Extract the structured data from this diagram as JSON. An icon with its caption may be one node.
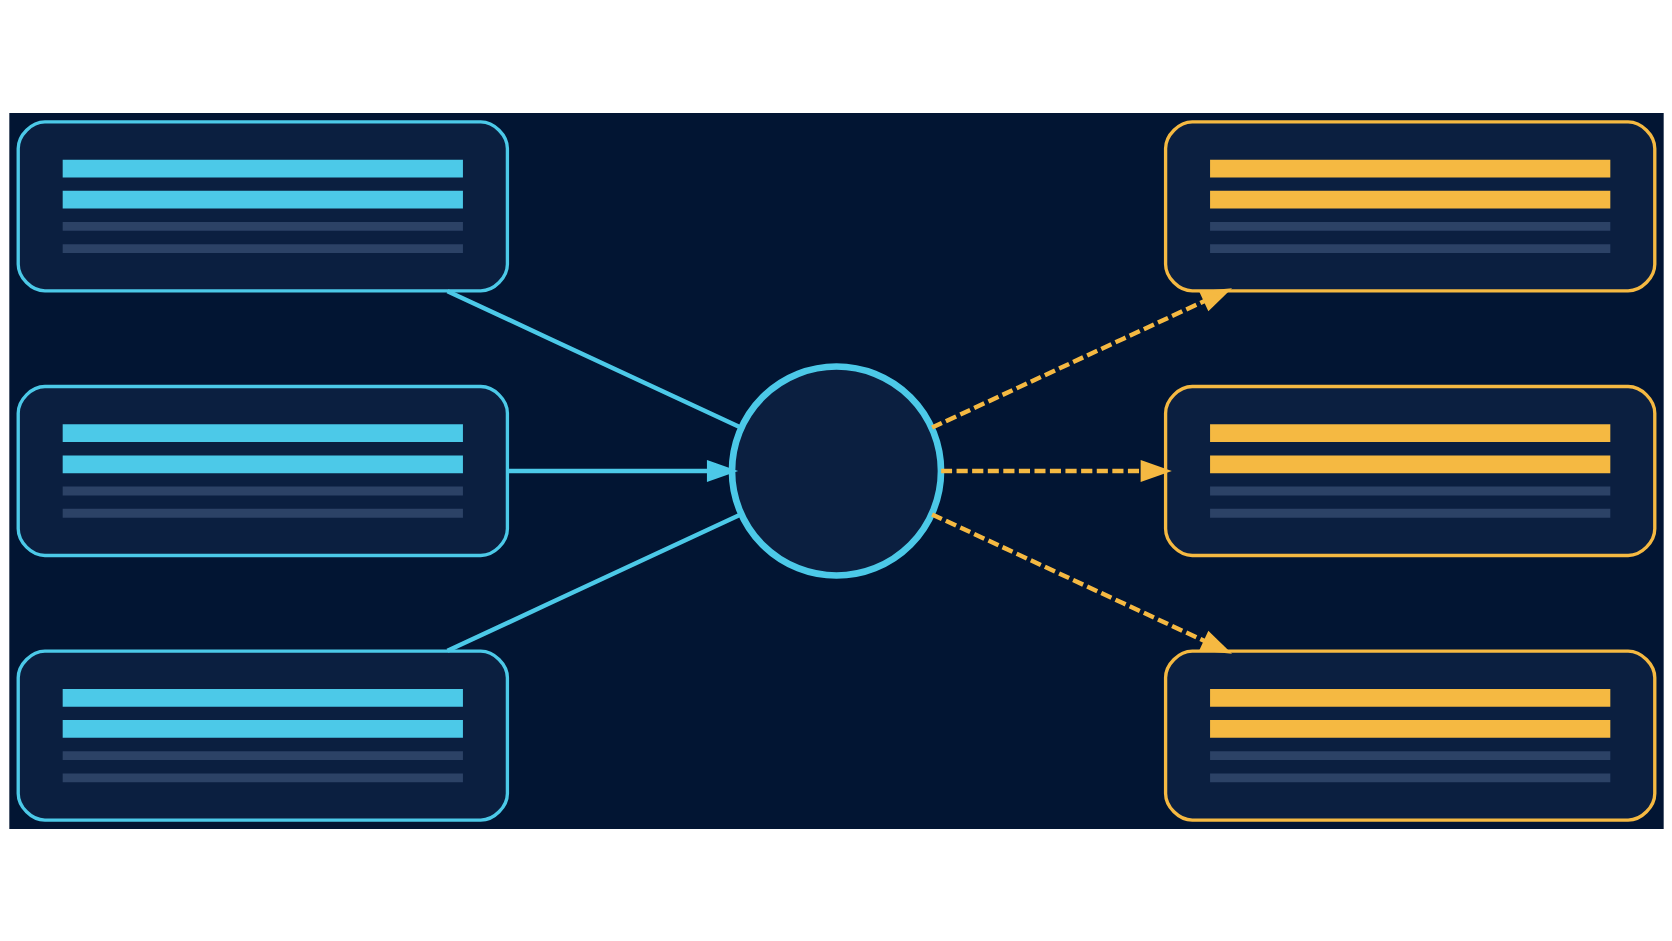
{
  "diagram": {
    "nodes": [
      {
        "text": [],
        "shape": "box"
      },
      {
        "text": [],
        "shape": "box"
      },
      {
        "text": [],
        "shape": "box"
      },
      {
        "text": [],
        "shape": "circle"
      },
      {
        "text": [],
        "shape": "box"
      },
      {
        "text": [],
        "shape": "box"
      },
      {
        "text": [],
        "shape": "box"
      }
    ],
    "edges": [
      {
        "from": 0,
        "to": 3,
        "arrow": "none",
        "color": "#4cc9e8"
      },
      {
        "from": 1,
        "to": 3,
        "arrow": "to",
        "color": "#4cc9e8"
      },
      {
        "from": 2,
        "to": 3,
        "arrow": "none",
        "color": "#4cc9e8"
      },
      {
        "from": 3,
        "to": 4,
        "arrow": "to",
        "style": "dashed",
        "color": "#f5b942"
      },
      {
        "from": 3,
        "to": 5,
        "arrow": "to",
        "style": "dashed",
        "color": "#f5b942"
      },
      {
        "from": 3,
        "to": 6,
        "arrow": "to",
        "style": "dashed",
        "color": "#f5b942"
      }
    ]
  }
}
